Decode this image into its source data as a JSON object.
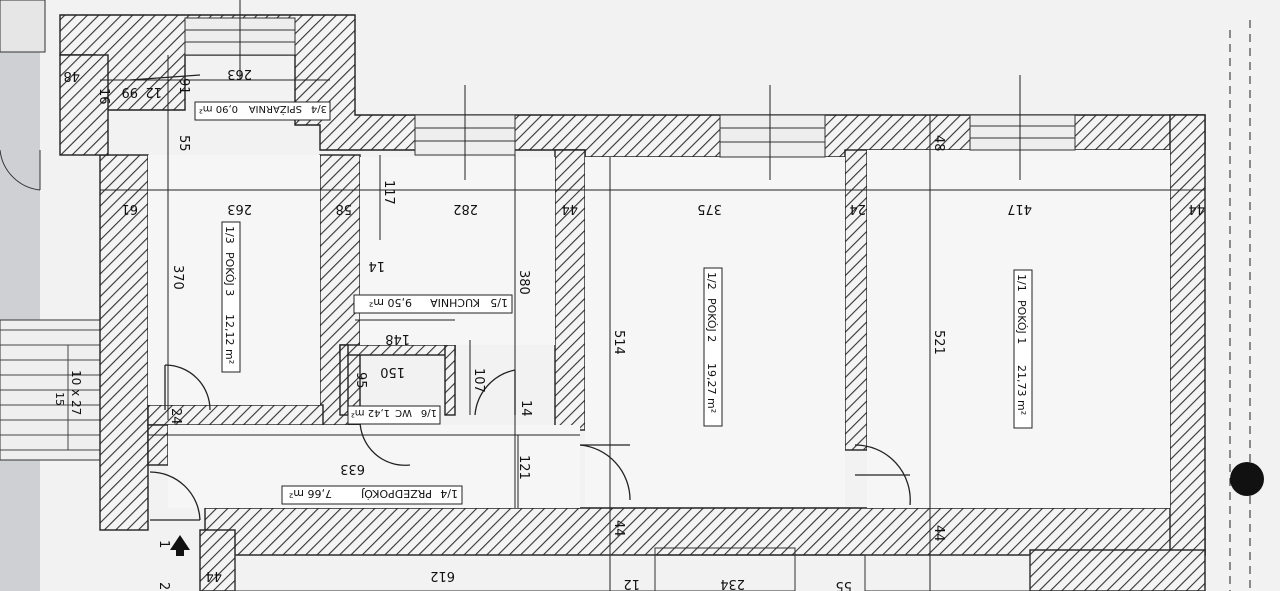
{
  "rooms": [
    {
      "id": "pokoj1",
      "number": "1/1",
      "name": "POKÓJ 1",
      "area": "21,73 m²"
    },
    {
      "id": "pokoj2",
      "number": "1/2",
      "name": "POKÓJ 2",
      "area": "19,27 m²"
    },
    {
      "id": "pokoj3",
      "number": "1/3",
      "name": "POKÓJ 3",
      "area": "12,12 m²"
    },
    {
      "id": "przedpokoj",
      "number": "1/4",
      "name": "PRZEDPOKÓJ",
      "area": "7,66 m²"
    },
    {
      "id": "kuchnia",
      "number": "1/5",
      "name": "KUCHNIA",
      "area": "9,50 m²"
    },
    {
      "id": "wc",
      "number": "1/6",
      "name": "WC",
      "area": "1,42 m²"
    },
    {
      "id": "spizarnia",
      "number": "3/4",
      "name": "SPIŻARNIA",
      "area": "0,90 m²"
    }
  ],
  "dimensions": {
    "d263_top": "263",
    "d263_room3": "263",
    "d282": "282",
    "d375": "375",
    "d417": "417",
    "d370": "370",
    "d380": "380",
    "d514": "514",
    "d521": "521",
    "d633": "633",
    "d612": "612",
    "d148": "148",
    "d150": "150",
    "d107": "107",
    "d121": "121",
    "d117": "117",
    "d95": "95",
    "d55": "55",
    "d48a": "48",
    "d48b": "48",
    "d44a": "44",
    "d44b": "44",
    "d44c": "44",
    "d44d": "44",
    "d44e": "44",
    "d61": "61",
    "d58": "58",
    "d24a": "24",
    "d24b": "24",
    "d14a": "14",
    "d14b": "14",
    "d16": "16",
    "d91": "91",
    "d99": "99",
    "d12a": "12",
    "d12b": "12",
    "d234": "234",
    "d55b": "55"
  },
  "stairs": {
    "label": "10 x 27",
    "sub": "15"
  },
  "entrances": {
    "e1": "1",
    "e2": "2"
  }
}
